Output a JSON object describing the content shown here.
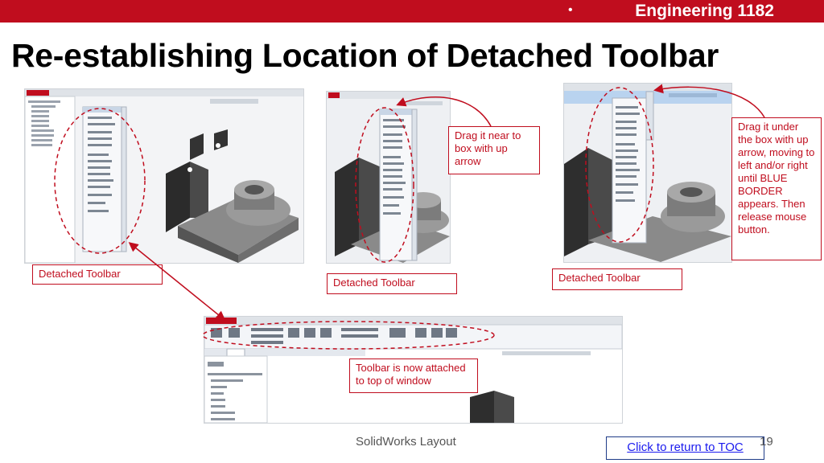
{
  "header": {
    "bullet": "•",
    "course": "Engineering 1182"
  },
  "slide": {
    "title": "Re-establishing Location of Detached Toolbar"
  },
  "callouts": {
    "detached_1": "Detached Toolbar",
    "detached_2": "Detached Toolbar",
    "detached_3": "Detached Toolbar",
    "drag_near": "Drag it near to box with up arrow",
    "drag_under": "Drag it under the box with up arrow, moving to left and/or right until BLUE BORDER appears. Then release mouse button.",
    "attached": "Toolbar is now attached to top of window"
  },
  "footer": {
    "label": "SolidWorks Layout",
    "toc_link": "Click to return to TOC",
    "page": "19"
  },
  "colors": {
    "banner": "#c00d1e",
    "annotation": "#c00d1e",
    "link": "#1a1aee"
  }
}
